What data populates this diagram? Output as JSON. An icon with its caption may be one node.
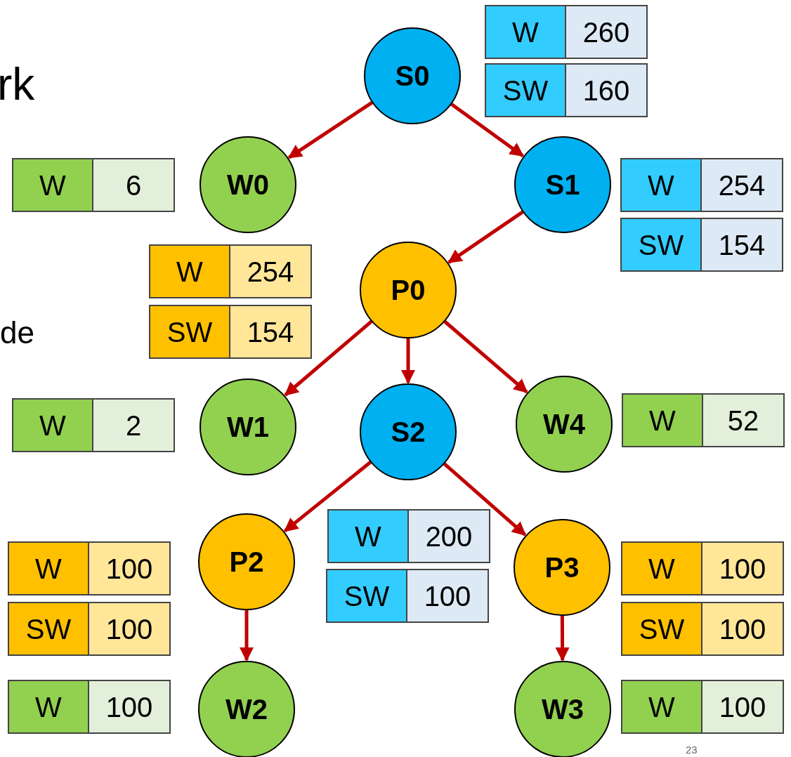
{
  "diagram": {
    "nodes": [
      {
        "text": [
          "S0"
        ]
      },
      {
        "text": [
          "W0"
        ]
      },
      {
        "text": [
          "S1"
        ]
      },
      {
        "text": [
          "P0"
        ]
      },
      {
        "text": [
          "W1"
        ]
      },
      {
        "text": [
          "S2"
        ]
      },
      {
        "text": [
          "W4"
        ]
      },
      {
        "text": [
          "P2"
        ]
      },
      {
        "text": [
          "P3"
        ]
      },
      {
        "text": [
          "W2"
        ]
      },
      {
        "text": [
          "W3"
        ]
      },
      {
        "text": [
          "W",
          "260"
        ]
      },
      {
        "text": [
          "SW",
          "160"
        ]
      },
      {
        "text": [
          "W",
          "6"
        ]
      },
      {
        "text": [
          "W",
          "254"
        ]
      },
      {
        "text": [
          "SW",
          "154"
        ]
      },
      {
        "text": [
          "W",
          "254"
        ]
      },
      {
        "text": [
          "SW",
          "154"
        ]
      },
      {
        "text": [
          "W",
          "2"
        ]
      },
      {
        "text": [
          "W",
          "52"
        ]
      },
      {
        "text": [
          "W",
          "200"
        ]
      },
      {
        "text": [
          "SW",
          "100"
        ]
      },
      {
        "text": [
          "W",
          "100"
        ]
      },
      {
        "text": [
          "SW",
          "100"
        ]
      },
      {
        "text": [
          "W",
          "100"
        ]
      },
      {
        "text": [
          "SW",
          "100"
        ]
      },
      {
        "text": [
          "W",
          "100"
        ]
      },
      {
        "text": [
          "W",
          "100"
        ]
      }
    ],
    "edges": [
      {
        "from": 0,
        "to": 1,
        "arrow": "to"
      },
      {
        "from": 0,
        "to": 2,
        "arrow": "to"
      },
      {
        "from": 2,
        "to": 3,
        "arrow": "to"
      },
      {
        "from": 3,
        "to": 4,
        "arrow": "to"
      },
      {
        "from": 3,
        "to": 5,
        "arrow": "to"
      },
      {
        "from": 3,
        "to": 6,
        "arrow": "to"
      },
      {
        "from": 5,
        "to": 7,
        "arrow": "to"
      },
      {
        "from": 5,
        "to": 8,
        "arrow": "to"
      },
      {
        "from": 7,
        "to": 9,
        "arrow": "to"
      },
      {
        "from": 8,
        "to": 10,
        "arrow": "to"
      }
    ],
    "labels": [
      "rk",
      "de",
      "23"
    ]
  }
}
